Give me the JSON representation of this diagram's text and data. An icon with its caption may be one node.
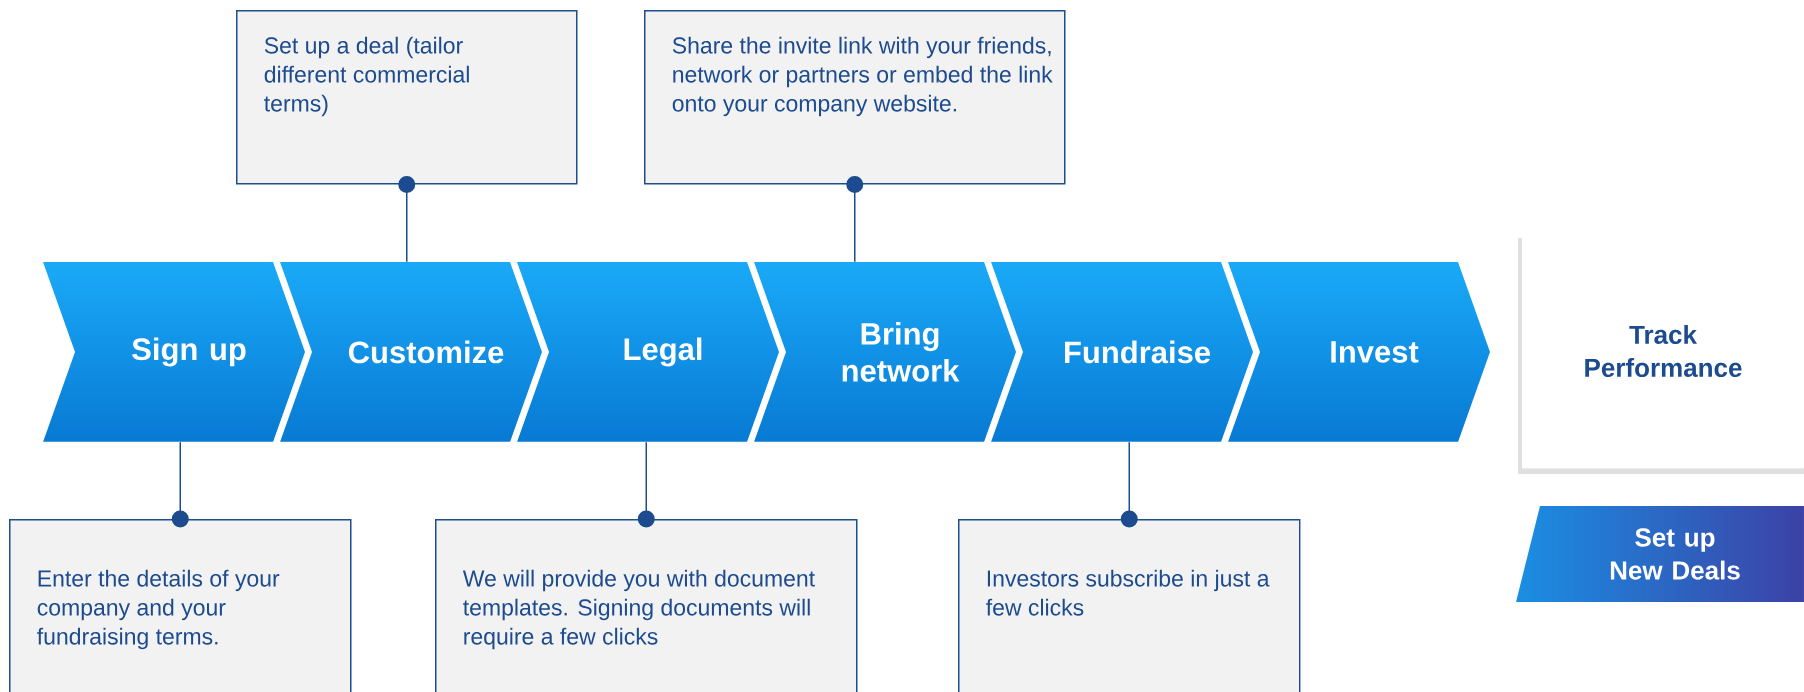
{
  "diagram": {
    "nodes": [
      {
        "text": [
          "Sign up"
        ]
      },
      {
        "text": [
          "Customize"
        ]
      },
      {
        "text": [
          "Legal"
        ]
      },
      {
        "text": [
          "Bring network"
        ]
      },
      {
        "text": [
          "Fundraise"
        ]
      },
      {
        "text": [
          "Invest"
        ]
      },
      {
        "text": [
          "Track Performance"
        ]
      },
      {
        "text": [
          "Set up New Deals"
        ]
      },
      {
        "text": [
          "Set up a deal",
          "(tailor different commercial terms)"
        ]
      },
      {
        "text": [
          "Share the invite link with your friends, network or partners or embed the link onto your company website."
        ]
      },
      {
        "text": [
          "Enter the details of your company and your fundraising terms."
        ]
      },
      {
        "text": [
          "We will provide you with document templates. Signing documents will require a few clicks"
        ]
      },
      {
        "text": [
          "Investors subscribe in just a few clicks"
        ]
      }
    ],
    "edges": [
      {
        "from": 8,
        "to": 1,
        "arrow": "other"
      },
      {
        "from": 9,
        "to": 3,
        "arrow": "other"
      },
      {
        "from": 10,
        "to": 0,
        "arrow": "other"
      },
      {
        "from": 11,
        "to": 2,
        "arrow": "other"
      },
      {
        "from": 12,
        "to": 4,
        "arrow": "other"
      }
    ]
  }
}
